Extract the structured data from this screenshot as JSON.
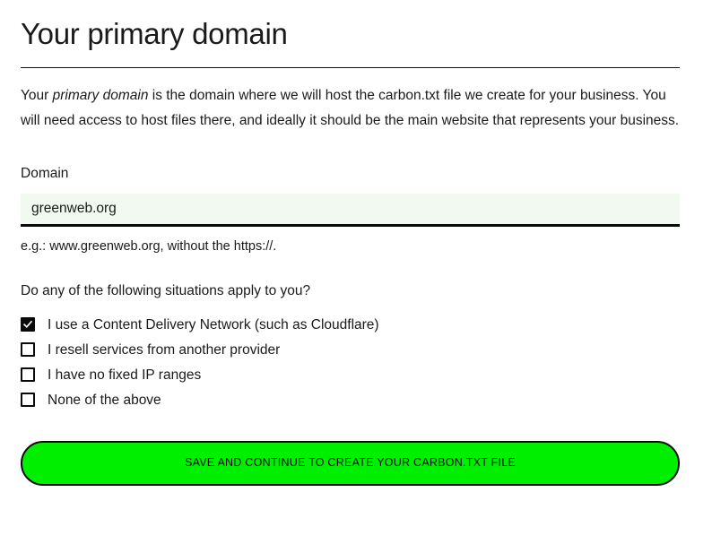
{
  "page": {
    "title": "Your primary domain"
  },
  "intro": {
    "before_emphasis": "Your ",
    "emphasis": "primary domain",
    "after_emphasis": " is the domain where we will host the carbon.txt file we create for your business. You will need access to host files there, and ideally it should be the main website that represents your business."
  },
  "domain_field": {
    "label": "Domain",
    "value": "greenweb.org",
    "placeholder": "greenweb.org",
    "help_text": "e.g.: www.greenweb.org, without the https://."
  },
  "situations": {
    "question": "Do any of the following situations apply to you?",
    "options": [
      {
        "label": "I use a Content Delivery Network (such as Cloudflare)",
        "checked": true
      },
      {
        "label": "I resell services from another provider",
        "checked": false
      },
      {
        "label": "I have no fixed IP ranges",
        "checked": false
      },
      {
        "label": "None of the above",
        "checked": false
      }
    ]
  },
  "submit": {
    "label": "SAVE AND CONTINUE TO CREATE YOUR CARBON.TXT FILE"
  },
  "colors": {
    "accent_green": "#00ee00",
    "input_background": "#f1f9f0",
    "ink": "#1a1a1a",
    "border": "#0a0a0a"
  }
}
